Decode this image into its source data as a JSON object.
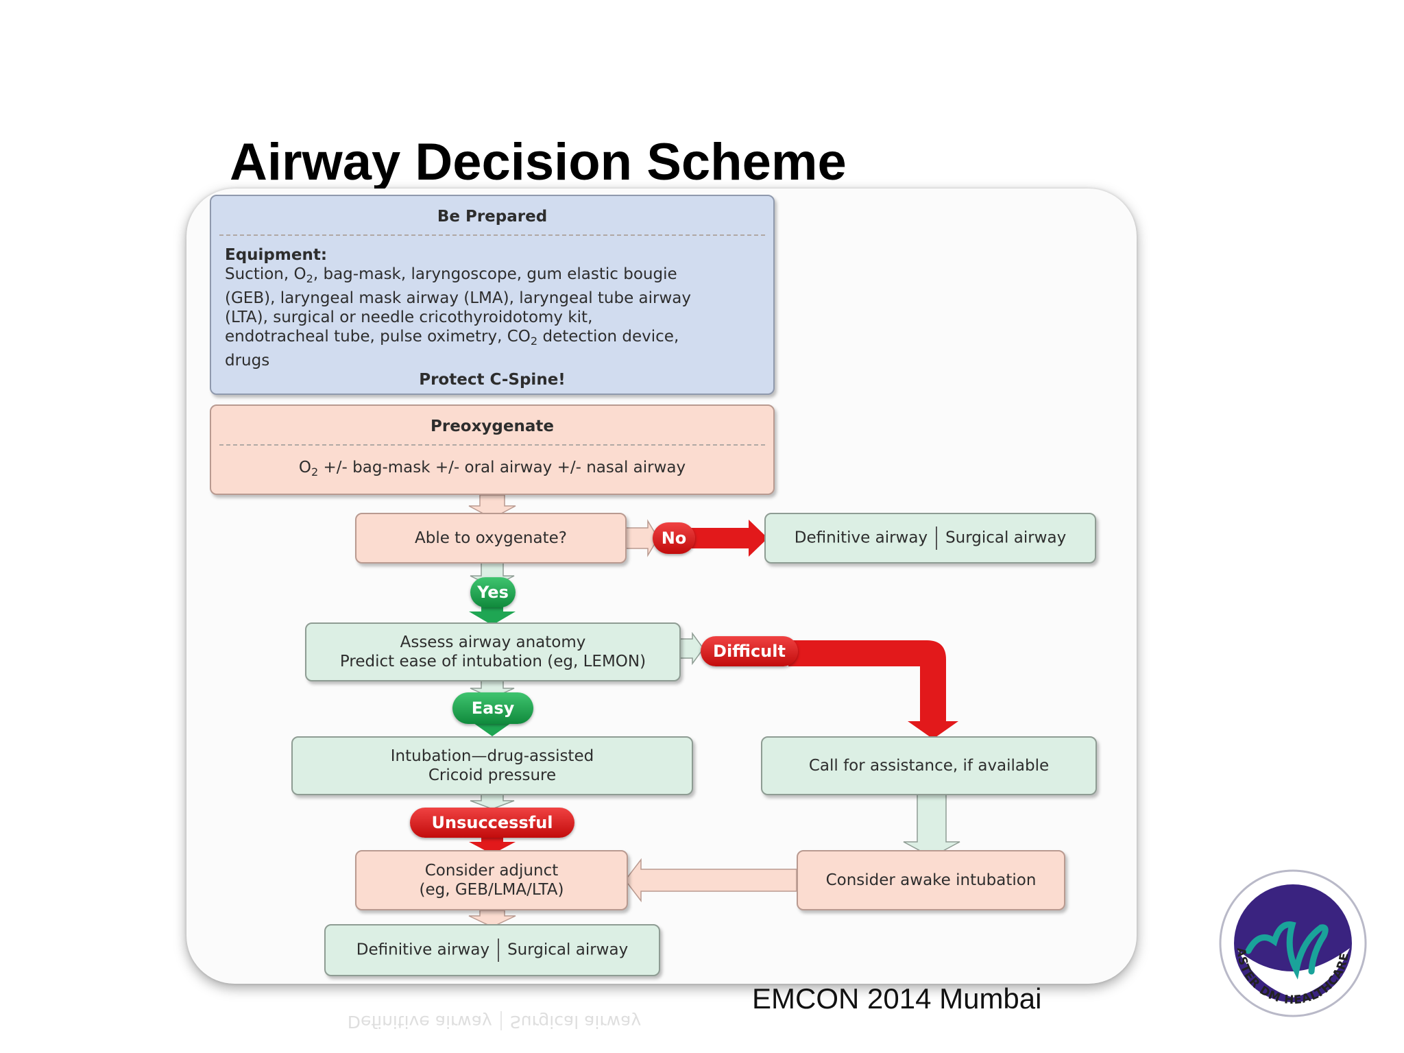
{
  "title": "Airway Decision Scheme",
  "prepare": {
    "header": "Be Prepared",
    "equipment_label": "Equipment:",
    "eq1": "Suction, O",
    "eq1_sub": "2",
    "eq1_rest": ", bag-mask, laryngoscope, gum elastic bougie",
    "eq2": "(GEB), laryngeal mask airway (LMA), laryngeal tube airway",
    "eq3": "(LTA), surgical or needle cricothyroidotomy kit,",
    "eq4": "endotracheal tube, pulse oximetry, CO",
    "eq4_sub": "2",
    "eq4_rest": " detection device,",
    "eq5": "drugs",
    "protect": "Protect C-Spine!"
  },
  "preox": {
    "header": "Preoxygenate",
    "line_pre": "O",
    "line_sub": "2",
    "line_rest": " +/- bag-mask +/- oral airway +/- nasal airway"
  },
  "oxygenate": {
    "question": "Able to oxygenate?",
    "no": "No",
    "yes": "Yes"
  },
  "def_top": {
    "left": "Definitive airway",
    "right": "Surgical airway"
  },
  "assess": {
    "line1": "Assess airway anatomy",
    "line2": "Predict ease of intubation (eg, LEMON)",
    "difficult": "Difficult",
    "easy": "Easy"
  },
  "intubation": {
    "line1": "Intubation—drug-assisted",
    "line2": "Cricoid pressure",
    "unsuccessful": "Unsuccessful"
  },
  "call": "Call for assistance, if available",
  "adjunct": {
    "line1": "Consider adjunct",
    "line2": "(eg, GEB/LMA/LTA)"
  },
  "awake": "Consider awake intubation",
  "def_bottom": {
    "left": "Definitive airway",
    "right": "Surgical airway"
  },
  "footer": "EMCON 2014 Mumbai",
  "logo_text": "ASTER DM HEALTHCARE",
  "colors": {
    "green_box": "#dcefe4",
    "pink_box": "#fbdcd0",
    "blue_box": "#d1dcef",
    "red_arrow": "#e2191b",
    "green_pill": "#1fa653",
    "logo_purple": "#3a2380",
    "logo_teal": "#1aa39a"
  }
}
